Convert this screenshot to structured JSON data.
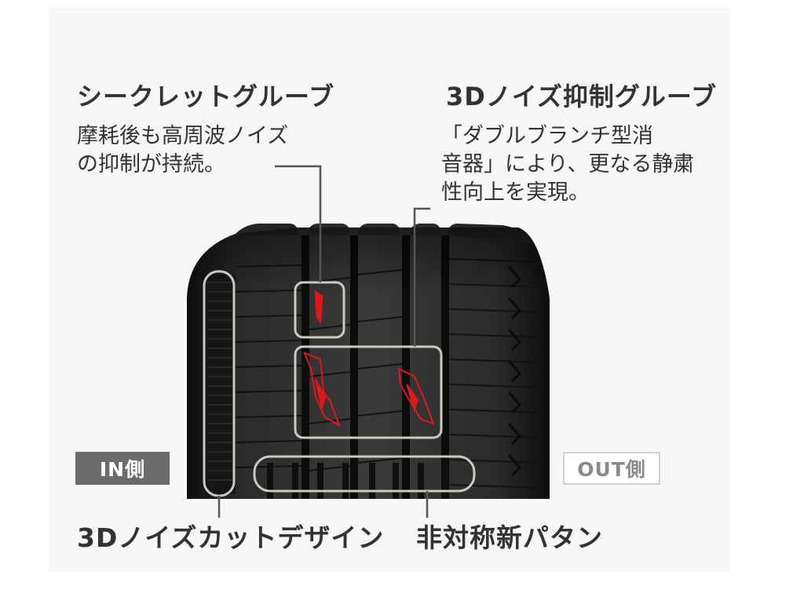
{
  "labels": {
    "secret_groove": {
      "title": "シークレットグルーブ",
      "desc": [
        "摩耗後も高周波ノイズ",
        "の抑制が持続。"
      ]
    },
    "noise_3d_groove": {
      "title": "3Dノイズ抑制グルーブ",
      "desc": [
        "「ダブルブランチ型消",
        "音器」により、更なる静粛",
        "性向上を実現。"
      ]
    },
    "noise_cut_design": {
      "title": "3Dノイズカットデザイン"
    },
    "asymmetric_pattern": {
      "title": "非対称新パタン"
    }
  },
  "sides": {
    "in": "IN側",
    "out": "OUT側"
  },
  "colors": {
    "tire": "#1b1b1b",
    "tread_highlight": "#3a3a3a",
    "callout_line": "#cfc8bd",
    "leader": "#555555",
    "accent": "#e0161b"
  }
}
